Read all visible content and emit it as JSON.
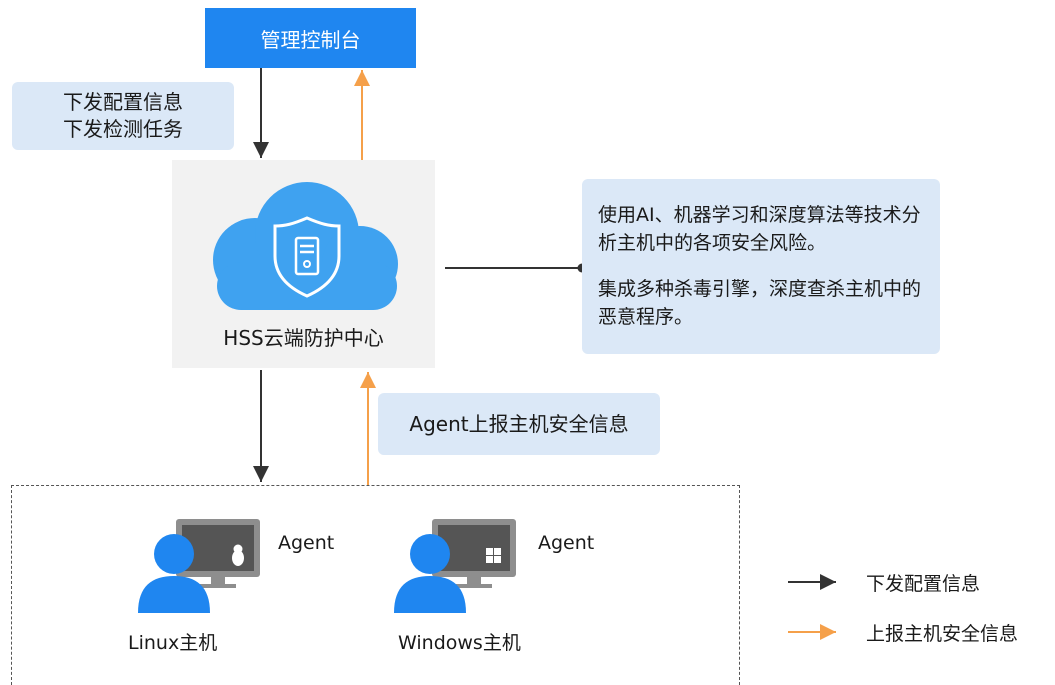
{
  "console": {
    "label": "管理控制台"
  },
  "downlink_note": {
    "line1": "下发配置信息",
    "line2": "下发检测任务"
  },
  "center": {
    "label": "HSS云端防护中心"
  },
  "description": {
    "para1": "使用AI、机器学习和深度算法等技术分析主机中的各项安全风险。",
    "para2": "集成多种杀毒引擎，深度查杀主机中的恶意程序。"
  },
  "uplink_note": {
    "label": "Agent上报主机安全信息"
  },
  "hosts": [
    {
      "agent_label": "Agent",
      "host_label": "Linux主机",
      "os_icon": "linux-penguin-icon"
    },
    {
      "agent_label": "Agent",
      "host_label": "Windows主机",
      "os_icon": "windows-logo-icon"
    }
  ],
  "legend": [
    {
      "label": "下发配置信息",
      "color": "#333333"
    },
    {
      "label": "上报主机安全信息",
      "color": "#f5a04a"
    }
  ],
  "colors": {
    "accent_blue": "#1f86f0",
    "cloud_blue": "#3fa2f0",
    "note_bg": "#dbe8f7",
    "center_bg": "#f2f2f2",
    "uplink_orange": "#f5a04a",
    "downlink_dark": "#333333"
  }
}
